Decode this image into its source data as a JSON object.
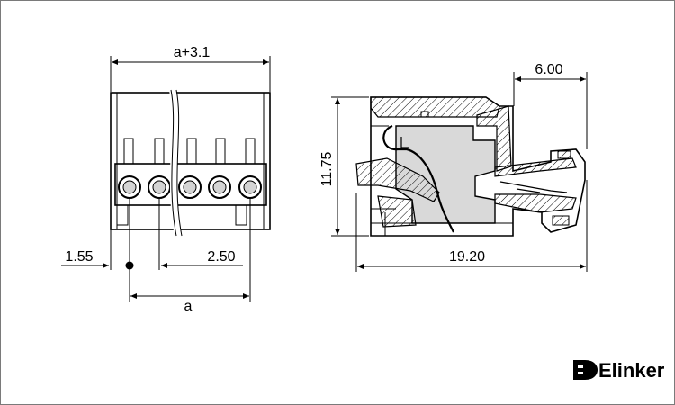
{
  "front_view": {
    "dim_overall": "a+3.1",
    "dim_edge": "1.55",
    "dim_pitch": "2.50",
    "dim_bottom": "a"
  },
  "side_view": {
    "dim_height": "11.75",
    "dim_length": "19.20",
    "dim_tail": "6.00"
  },
  "brand": {
    "name": "Elinker",
    "logo_icon": "elinker-logo-icon"
  }
}
